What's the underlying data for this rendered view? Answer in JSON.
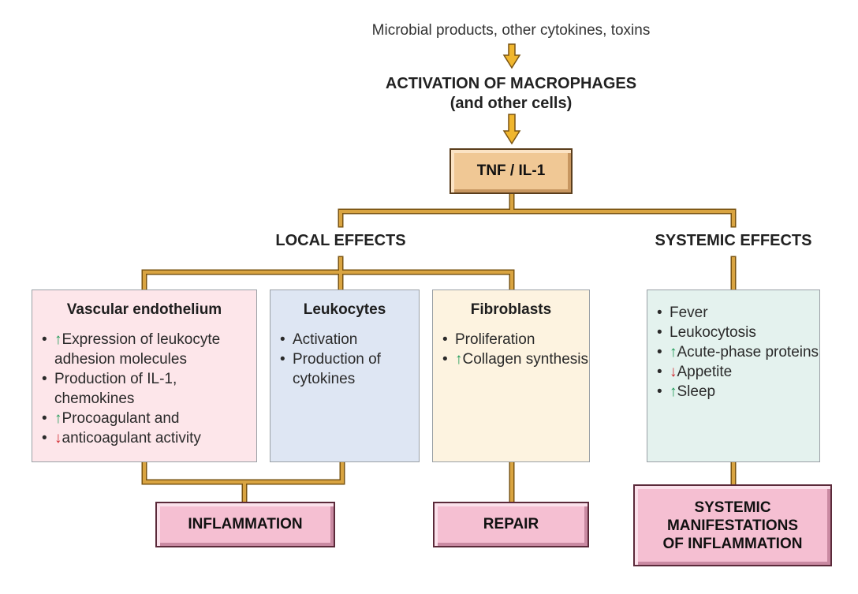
{
  "top": {
    "input_label": "Microbial products, other cytokines, toxins",
    "activation_title": "ACTIVATION OF MACROPHAGES",
    "activation_subtitle": "(and other cells)",
    "mediator_box": "TNF / IL-1"
  },
  "branches": {
    "local_label": "LOCAL EFFECTS",
    "systemic_label": "SYSTEMIC EFFECTS"
  },
  "panels": {
    "vascular": {
      "title": "Vascular endothelium",
      "items": [
        {
          "mark": "up",
          "text": "Expression of leukocyte adhesion molecules"
        },
        {
          "mark": "",
          "text": "Production of IL-1, chemokines"
        },
        {
          "mark": "up",
          "text": "Procoagulant and"
        },
        {
          "mark": "down",
          "text": "anticoagulant activity"
        }
      ]
    },
    "leukocytes": {
      "title": "Leukocytes",
      "items": [
        {
          "mark": "",
          "text": "Activation"
        },
        {
          "mark": "",
          "text": "Production of cytokines"
        }
      ]
    },
    "fibroblasts": {
      "title": "Fibroblasts",
      "items": [
        {
          "mark": "",
          "text": "Proliferation"
        },
        {
          "mark": "up",
          "text": "Collagen synthesis"
        }
      ]
    },
    "systemic": {
      "items": [
        {
          "mark": "",
          "text": "Fever"
        },
        {
          "mark": "",
          "text": "Leukocytosis"
        },
        {
          "mark": "up",
          "text": "Acute-phase proteins"
        },
        {
          "mark": "down",
          "text": "Appetite"
        },
        {
          "mark": "up",
          "text": "Sleep"
        }
      ]
    }
  },
  "outcomes": {
    "inflammation": "INFLAMMATION",
    "repair": "REPAIR",
    "systemic_line1": "SYSTEMIC",
    "systemic_line2": "MANIFESTATIONS",
    "systemic_line3": "OF INFLAMMATION"
  },
  "symbols": {
    "bullet": "•",
    "up": "↑",
    "down": "↓"
  },
  "colors": {
    "connector": "#d9a441",
    "connector_outline": "#7a5412",
    "vascular_fill": "#fde6ea",
    "leukocytes_fill": "#dee6f3",
    "fibroblasts_fill": "#fdf3e0",
    "systemic_fill": "#e4f2ee",
    "up_arrow": "#1b9a55",
    "down_arrow": "#d0282e"
  }
}
